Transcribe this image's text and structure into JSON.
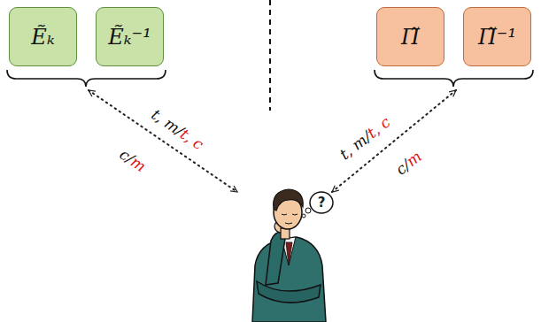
{
  "diagram": {
    "nodes": [
      {
        "text": [
          "Ẽₖ"
        ]
      },
      {
        "text": [
          "Ẽₖ⁻¹"
        ]
      },
      {
        "text": [
          "Π̃"
        ]
      },
      {
        "text": [
          "Π̃⁻¹"
        ]
      }
    ],
    "labels": [
      "t, m/",
      "t, c",
      "c/",
      "m",
      "t, m/",
      "t, c",
      "c/",
      "m",
      "?"
    ]
  }
}
